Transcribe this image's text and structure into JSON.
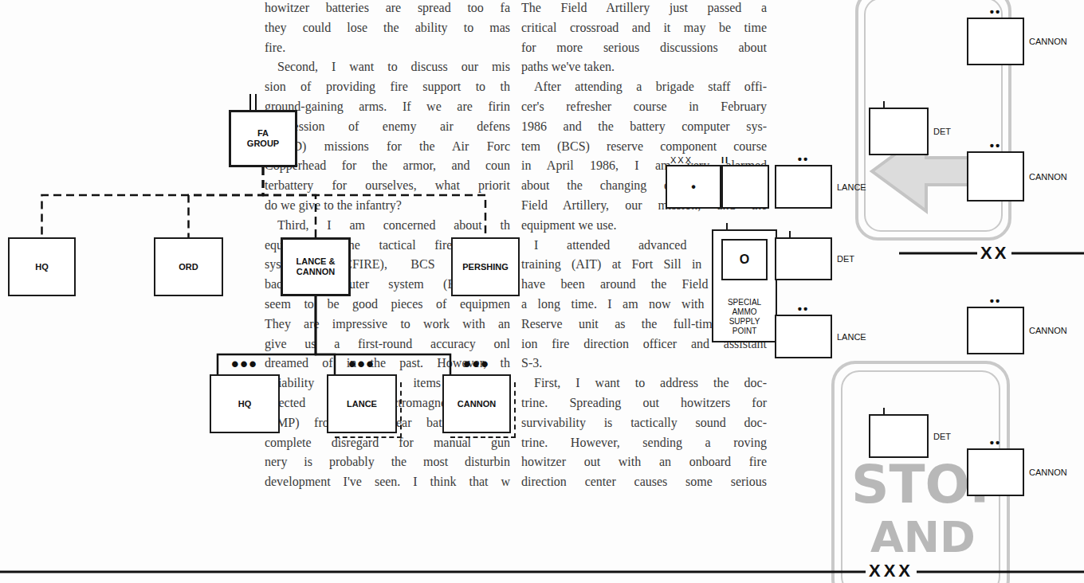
{
  "diagram": {
    "nodes": [
      {
        "text": [
          "FA GROUP"
        ]
      },
      {
        "text": [
          "HQ"
        ]
      },
      {
        "text": [
          "ORD"
        ]
      },
      {
        "text": [
          "LANCE & CANNON"
        ]
      },
      {
        "text": [
          "PERSHING"
        ]
      },
      {
        "text": [
          "•••",
          "HQ"
        ]
      },
      {
        "text": [
          "•••",
          "LANCE"
        ]
      },
      {
        "text": [
          "•••",
          "CANNON"
        ]
      },
      {
        "text": [
          "••",
          "CANNON"
        ]
      },
      {
        "text": [
          "DET"
        ]
      },
      {
        "text": [
          "XXX",
          "•"
        ]
      },
      {
        "text": [
          "II"
        ]
      },
      {
        "text": [
          "••",
          "LANCE"
        ]
      },
      {
        "text": [
          "••",
          "CANNON"
        ]
      },
      {
        "text": [
          "SPECIAL AMMO SUPPLY POINT"
        ]
      },
      {
        "text": [
          "O"
        ],
        "in": 14
      },
      {
        "text": [
          "DET"
        ]
      },
      {
        "text": [
          "••",
          "LANCE"
        ]
      },
      {
        "text": [
          "••",
          "CANNON"
        ]
      },
      {
        "text": [
          "DET"
        ]
      },
      {
        "text": [
          "••",
          "CANNON"
        ]
      }
    ],
    "edges": [
      {
        "from": 0,
        "to": 1,
        "arrow": "none"
      },
      {
        "from": 0,
        "to": 2,
        "arrow": "none"
      },
      {
        "from": 0,
        "to": 3,
        "arrow": "none"
      },
      {
        "from": 0,
        "to": 4,
        "arrow": "none"
      },
      {
        "from": 3,
        "to": 5,
        "arrow": "none"
      },
      {
        "from": 3,
        "to": 6,
        "arrow": "none"
      },
      {
        "from": 3,
        "to": 7,
        "arrow": "none"
      }
    ],
    "labels": [
      "howitzer batteries are spread too fa",
      "they could lose the ability to mas",
      "fire.",
      "Second, I want to discuss our mis",
      "sion of providing fire support to th",
      "ground-gaining arms. If we are firin",
      "suppression of enemy air defens",
      "(SEAD) missions for the Air Forc",
      "Copperhead for the armor, and coun",
      "terbattery for ourselves, what priorit",
      "do we give to the infantry?",
      "Third, I am concerned about th",
      "equipment. The tactical fire directio",
      "system (TACFIRE), BCS and th",
      "backup computer system (BUCS) a",
      "seem to be good pieces of equipmen",
      "They are impressive to work with an",
      "give us a first-round accuracy onl",
      "dreamed of in the past. However, th",
      "reliability of those items may b",
      "affected by electromagnetic puls",
      "(EMP) from a nuclear battlefield. Th",
      "complete disregard for manual gun",
      "nery is probably the most disturbin",
      "development I've seen. I think that w",
      "The Field Artillery just passed a",
      "critical crossroad and it may be time",
      "for more serious discussions about",
      "paths we've taken.",
      "After attending a brigade staff offi-",
      "cer's refresher course in February",
      "1986 and the battery computer sys-",
      "tem (BCS) reserve component course",
      "in April 1986, I am very alarmed",
      "about the changing doctrine of the",
      "Field Artillery, our mission, and the",
      "equipment we use.",
      "I attended advanced individual",
      "training (AIT) at Fort Sill in 1968 and",
      "have been around the Field Artillery",
      "a long time. I am now with an Army",
      "Reserve unit as the full-time battal-",
      "ion fire direction officer and assistant",
      "S-3.",
      "First, I want to address the doc-",
      "trine. Spreading out howitzers for",
      "survivability is tactically sound doc-",
      "trine. However, sending a roving",
      "howitzer out with an onboard fire",
      "direction center causes some serious",
      "STOP",
      "AND",
      "XX",
      "XXX"
    ]
  }
}
